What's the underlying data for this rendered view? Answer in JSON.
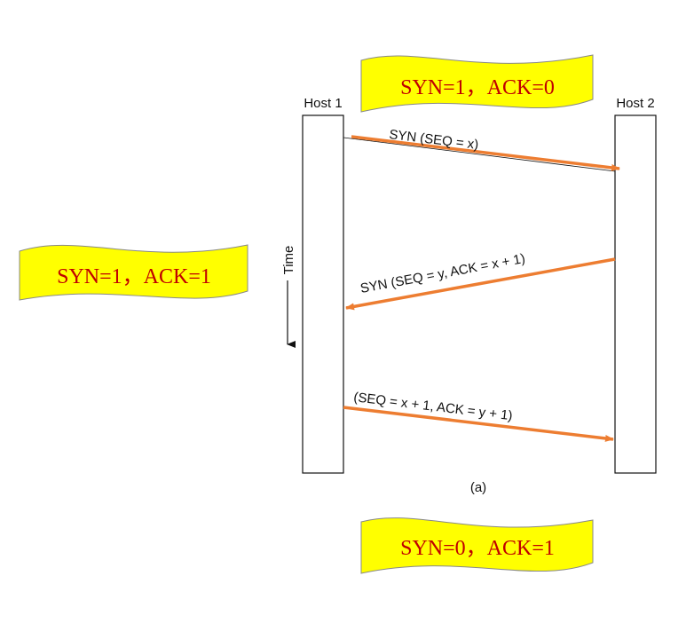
{
  "hosts": {
    "left_label": "Host 1",
    "right_label": "Host 2"
  },
  "time_axis": {
    "label": "Time"
  },
  "messages": [
    {
      "label": "SYN (SEQ = x)"
    },
    {
      "label": "SYN (SEQ = y, ACK = x + 1)"
    },
    {
      "label": "(SEQ = x + 1, ACK = y + 1)"
    }
  ],
  "flags": {
    "first": "SYN=1，ACK=0",
    "second": "SYN=1，ACK=1",
    "third": "SYN=0，ACK=1"
  },
  "caption": "(a)",
  "colors": {
    "arrow": "#ed7d31",
    "flag_fill": "#ffff00",
    "flag_text": "#c00000",
    "line": "#111111"
  }
}
